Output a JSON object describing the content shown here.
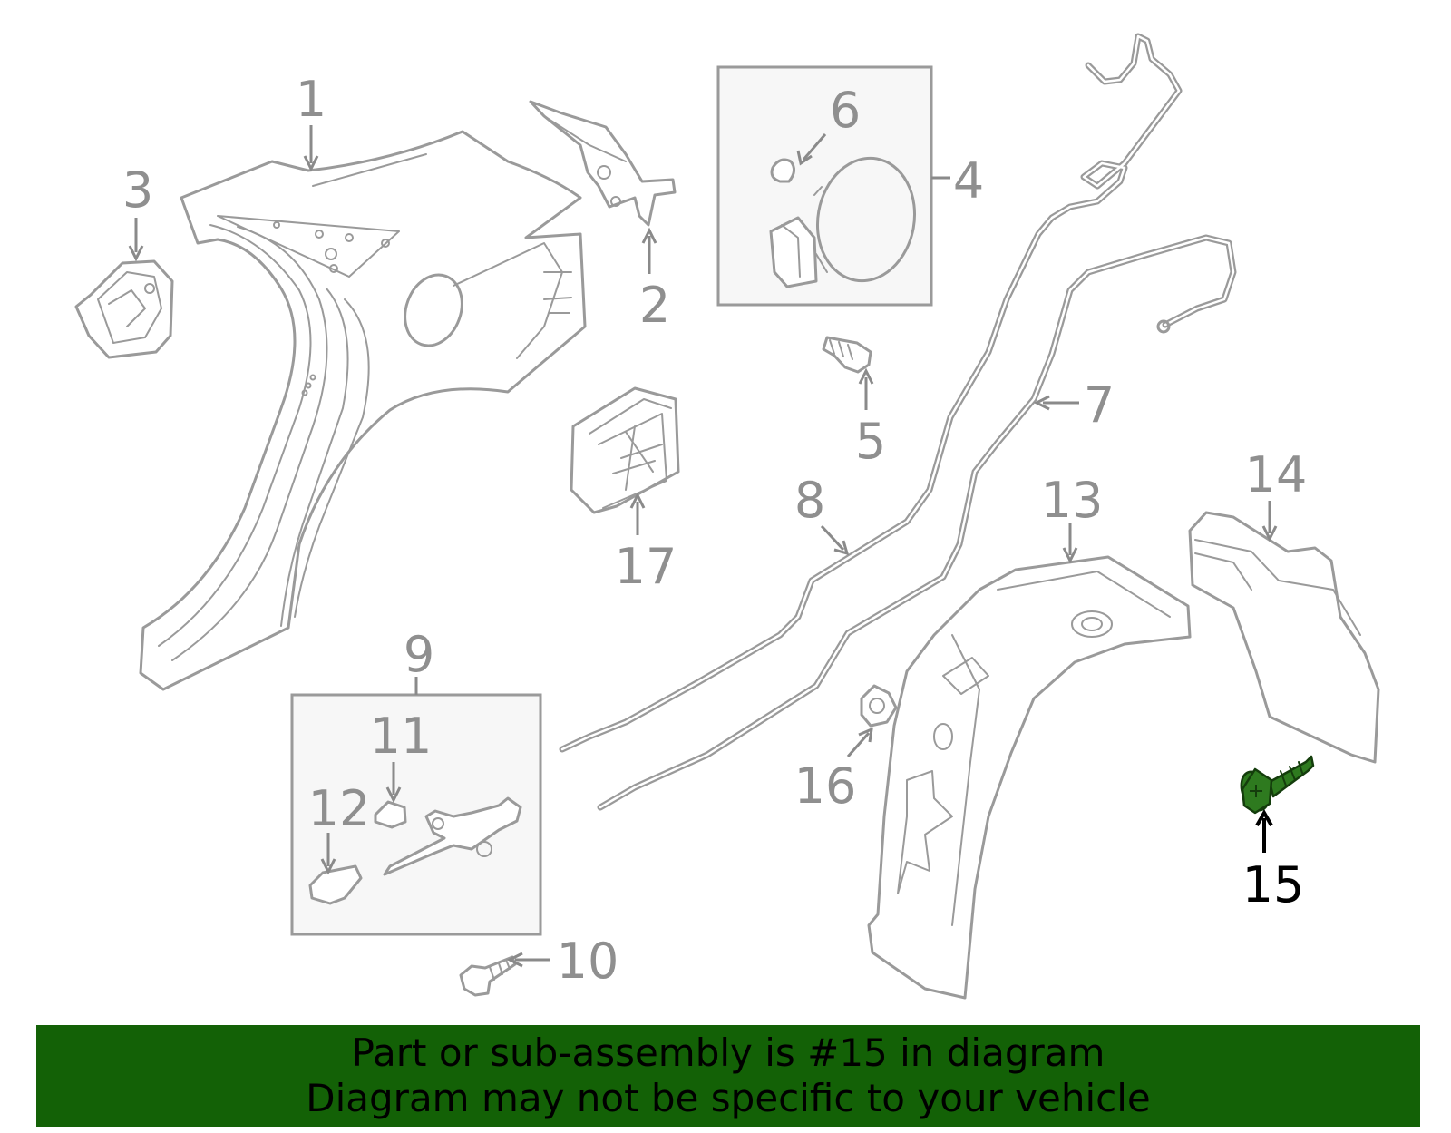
{
  "banner": {
    "line1": "Part or sub-assembly is #15 in diagram",
    "line2": "Diagram may not be specific to your vehicle",
    "background": "#136106"
  },
  "highlight_color": "#2e7a1f",
  "highlighted_part": "15",
  "callouts": {
    "c1": "1",
    "c2": "2",
    "c3": "3",
    "c4": "4",
    "c5": "5",
    "c6": "6",
    "c7": "7",
    "c8": "8",
    "c9": "9",
    "c10": "10",
    "c11": "11",
    "c12": "12",
    "c13": "13",
    "c14": "14",
    "c15": "15",
    "c16": "16",
    "c17": "17"
  }
}
